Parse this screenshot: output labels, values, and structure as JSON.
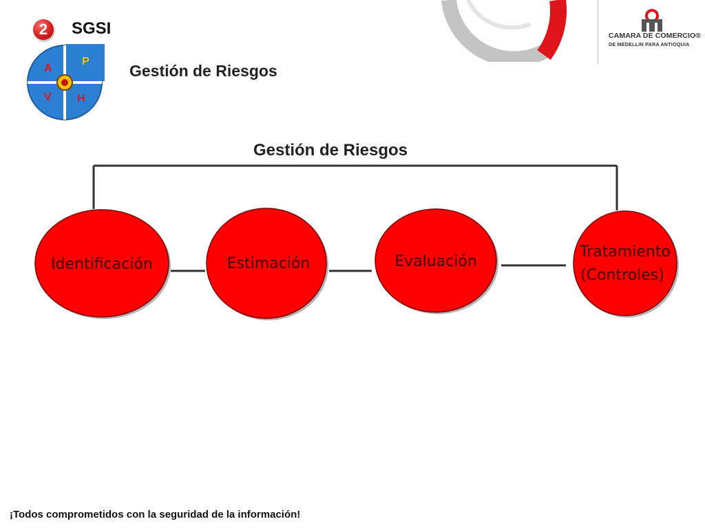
{
  "header": {
    "badge_number": "2",
    "title": "SGSI",
    "subtitle": "Gestión de Riesgos"
  },
  "cycle": {
    "quadrants": [
      "P",
      "H",
      "V",
      "A"
    ]
  },
  "logo": {
    "line1": "CAMARA DE COMERCIO®",
    "line2": "DE MEDELLIN PARA ANTIOQUIA"
  },
  "diagram": {
    "title": "Gestión de Riesgos",
    "steps": [
      {
        "label": "Identificación"
      },
      {
        "label": "Estimación"
      },
      {
        "label": "Evaluación"
      },
      {
        "label": "Tratamiento",
        "label2": "(Controles)"
      }
    ]
  },
  "footer": {
    "text": "¡Todos comprometidos con la seguridad de la información!"
  },
  "colors": {
    "step_fill": "#ff0000",
    "cycle_blue": "#2d7fd3",
    "accent_red": "#e0141b"
  }
}
